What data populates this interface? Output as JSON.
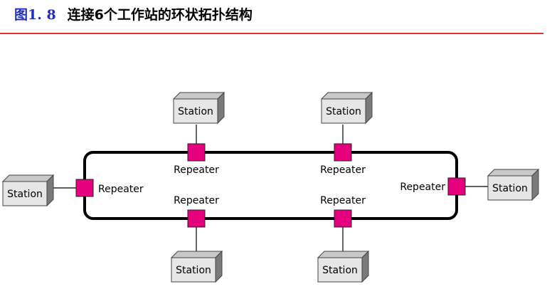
{
  "title": {
    "figure_number": "图1. 8",
    "caption": "连接6个工作站的环状拓扑结构"
  },
  "colors": {
    "figure_number": "#1f2fbf",
    "rule": "#e03131",
    "repeater": "#e6007e",
    "station_face": "#e6e6e6",
    "station_top": "#c8c8c8",
    "station_side": "#7a7a7a",
    "ring": "#000000"
  },
  "diagram": {
    "topology": "ring",
    "nodes": [
      {
        "station_label": "Station",
        "repeater_label": "Repeater"
      },
      {
        "station_label": "Station",
        "repeater_label": "Repeater"
      },
      {
        "station_label": "Station",
        "repeater_label": "Repeater"
      },
      {
        "station_label": "Station",
        "repeater_label": "Repeater"
      },
      {
        "station_label": "Station",
        "repeater_label": "Repeater"
      },
      {
        "station_label": "Station",
        "repeater_label": "Repeater"
      }
    ]
  }
}
